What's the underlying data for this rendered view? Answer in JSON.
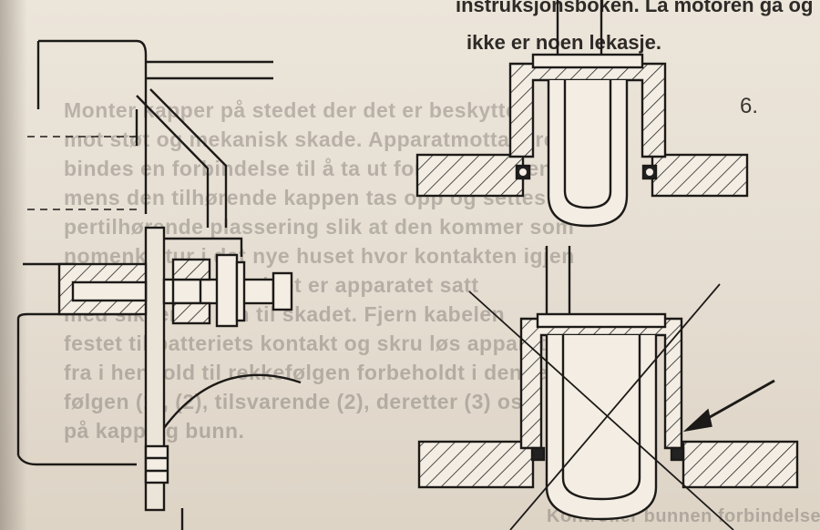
{
  "top_text": {
    "line1": "instruksjonsboken. La motoren gå og kontroller at det",
    "line2": "ikke er noen lekasje."
  },
  "step_number": "6.",
  "bleed_lines": [
    "Monter kapper på stedet der det er beskyttet",
    "mot støt og mekanisk skade. Apparatmottageren for-",
    "bindes en forbindelse til å ta ut for tilsetningen",
    "mens den tilhørende kappen tas opp og settes på sy-",
    "pertilhørende plassering slik at den kommer som",
    "nomenklatur i det nye huset hvor kontakten igjen",
    "for lodding og tilkoblet er apparatet satt",
    "med sikkerhet inn til skadet. Fjern kabelen",
    "festet til batteriets kontakt og skru løs apparatet",
    "fra i henhold til rekkefølgen forbeholdt i denne rekke-",
    "følgen (1), (2), tilsvarende (2), deretter (3) osv.",
    "på kapp og bunn."
  ],
  "bottom_partial": "Kontroller bunnen forbindelse tilkobling og det"
}
